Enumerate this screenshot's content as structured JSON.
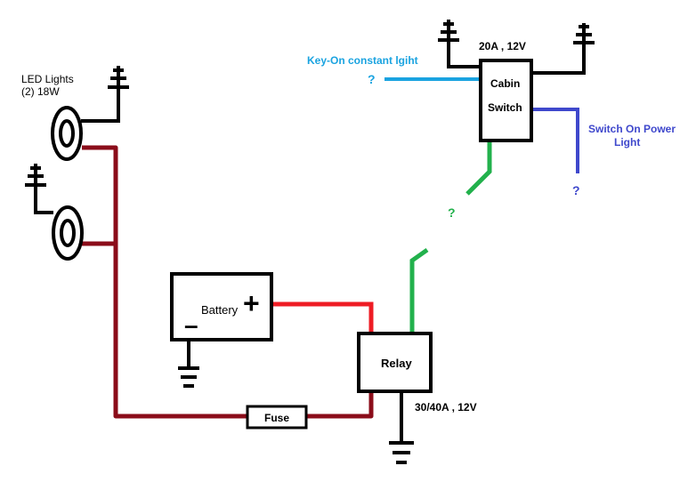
{
  "labels": {
    "led_lights_line1": "LED Lights",
    "led_lights_line2": "(2)  18W",
    "battery": "Battery",
    "battery_plus": "+",
    "battery_minus": "–",
    "relay": "Relay",
    "relay_rating": "30/40A , 12V",
    "fuse": "Fuse",
    "switch_rating": "20A , 12V",
    "cabin_line1": "Cabin",
    "cabin_line2": "Switch",
    "key_on": "Key-On constant lgiht",
    "switch_on_line1": "Switch On Power",
    "switch_on_line2": "Light",
    "q_key_on": "?",
    "q_green": "?",
    "q_switch_power": "?"
  },
  "colors": {
    "black": "#000000",
    "maroon": "#8b0d1a",
    "red": "#ee1c24",
    "green": "#22b14c",
    "light_blue": "#1aa3e0",
    "dark_blue": "#3f48cc"
  }
}
